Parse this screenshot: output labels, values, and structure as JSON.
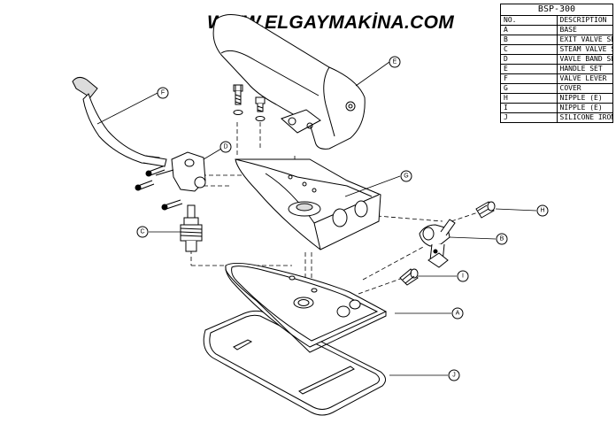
{
  "header": {
    "brand": "WWW.ELGAYMAKİNA.COM"
  },
  "parts_table": {
    "model": "BSP-300",
    "header": {
      "no": "NO.",
      "description": "DESCRIPTION"
    },
    "rows": [
      {
        "no": "A",
        "description": "BASE"
      },
      {
        "no": "B",
        "description": "EXIT VALVE SET"
      },
      {
        "no": "C",
        "description": "STEAM VALVE SET"
      },
      {
        "no": "D",
        "description": "VAVLE BAND SET"
      },
      {
        "no": "E",
        "description": "HANDLE SET"
      },
      {
        "no": "F",
        "description": "VALVE LEVER"
      },
      {
        "no": "G",
        "description": "COVER"
      },
      {
        "no": "H",
        "description": "NIPPLE (E)"
      },
      {
        "no": "I",
        "description": "NIPPLE (E)"
      },
      {
        "no": "J",
        "description": "SILICONE IRON REST"
      }
    ]
  },
  "callouts": {
    "A": "A",
    "B": "B",
    "C": "C",
    "D": "D",
    "E": "E",
    "F": "F",
    "G": "G",
    "H": "H",
    "I": "I",
    "J": "J"
  },
  "colors": {
    "line": "#000000",
    "part_fill": "#ffffff",
    "shade": "#dcdcdc"
  }
}
